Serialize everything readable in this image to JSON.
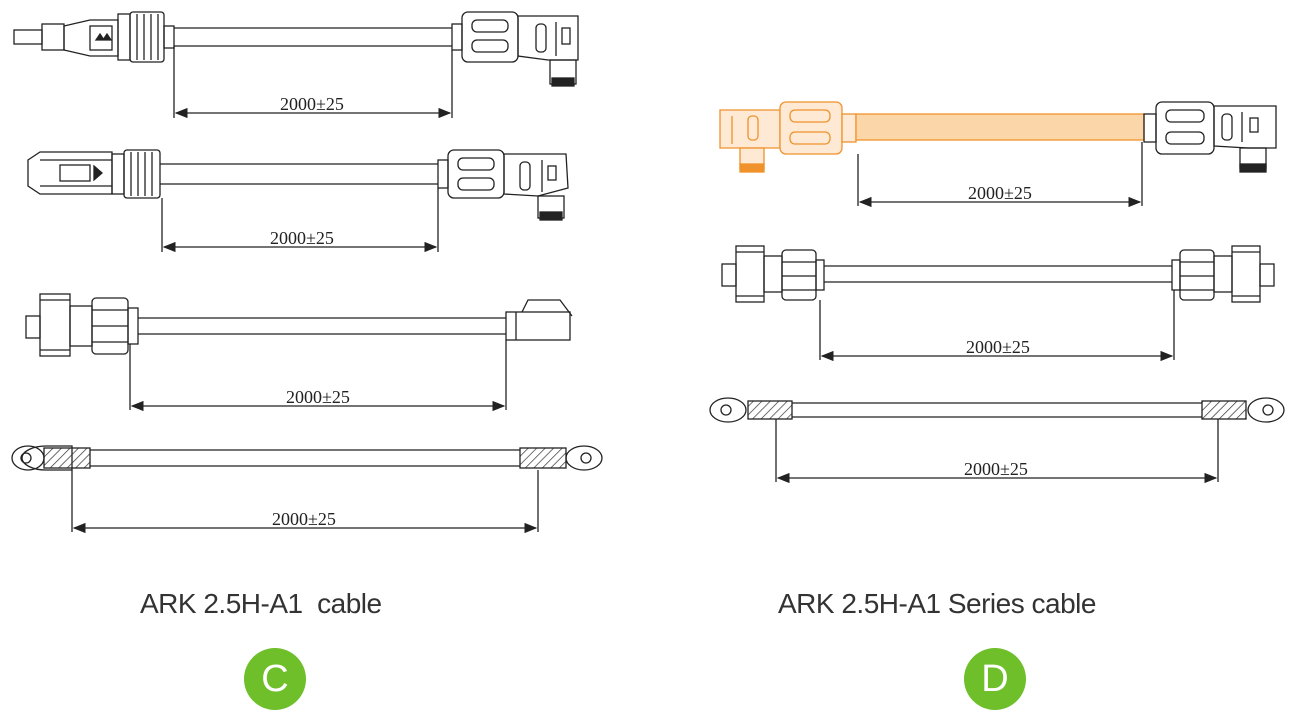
{
  "left_panel": {
    "cables": [
      {
        "dimension": "2000±25"
      },
      {
        "dimension": "2000±25"
      },
      {
        "dimension": "2000±25"
      },
      {
        "dimension": "2000±25"
      }
    ],
    "caption": "ARK 2.5H-A1  cable",
    "badge": "C"
  },
  "right_panel": {
    "cables": [
      {
        "dimension": "2000±25"
      },
      {
        "dimension": "2000±25"
      },
      {
        "dimension": "2000±25"
      }
    ],
    "caption": "ARK 2.5H-A1 Series cable",
    "badge": "D"
  },
  "colors": {
    "line": "#222222",
    "orange": "#f0922b",
    "badge": "#6fbf2a"
  }
}
